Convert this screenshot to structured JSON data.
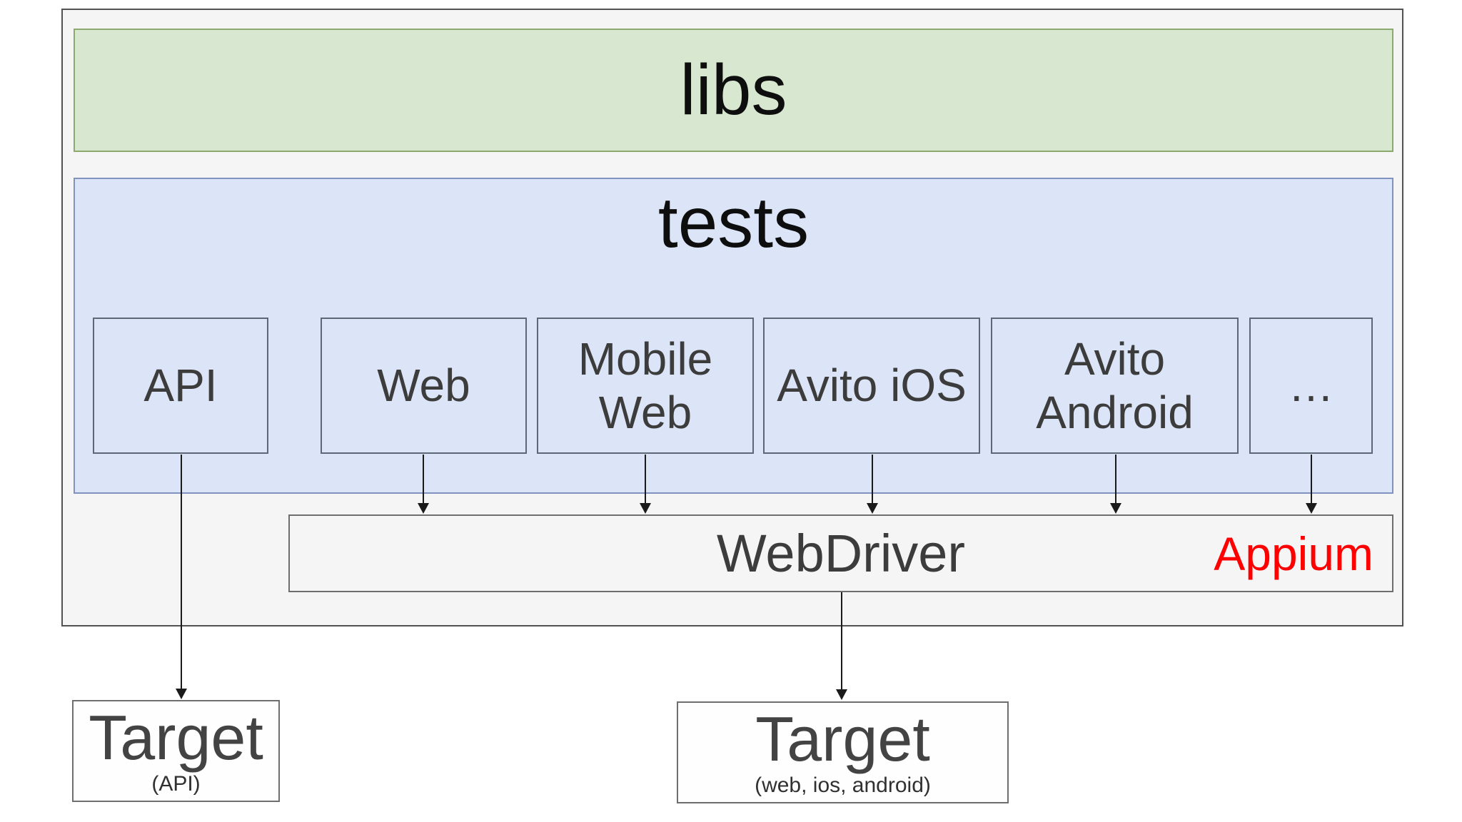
{
  "diagram": {
    "layers": {
      "libs_label": "libs",
      "tests_label": "tests",
      "webdriver_label": "WebDriver",
      "appium_label": "Appium"
    },
    "test_suites": [
      {
        "label": "API"
      },
      {
        "label": "Web"
      },
      {
        "label": "Mobile Web"
      },
      {
        "label": "Avito iOS"
      },
      {
        "label": "Avito Android"
      },
      {
        "label": "…"
      }
    ],
    "targets": [
      {
        "title": "Target",
        "subtitle": "(API)"
      },
      {
        "title": "Target",
        "subtitle": "(web, ios, android)"
      }
    ],
    "connections": [
      {
        "from": "API",
        "to": "Target (API)"
      },
      {
        "from": "Web",
        "to": "WebDriver"
      },
      {
        "from": "Mobile Web",
        "to": "WebDriver"
      },
      {
        "from": "Avito iOS",
        "to": "WebDriver"
      },
      {
        "from": "Avito Android",
        "to": "WebDriver"
      },
      {
        "from": "…",
        "to": "WebDriver"
      },
      {
        "from": "WebDriver",
        "to": "Target (web, ios, android)"
      }
    ],
    "colors": {
      "green_fill": "#d8e7d0",
      "green_border": "#8caa6d",
      "blue_fill": "#dce5f7",
      "blue_border": "#8093bf",
      "suite_border": "#5c6875",
      "gray_fill": "#f5f5f6",
      "outer_border": "#525252",
      "box_border": "#6e6e6e",
      "text_black": "#0e0e0e",
      "text_dark": "#3c3c3c",
      "appium_red": "#ff0000",
      "arrow": "#1a1a1a"
    }
  }
}
